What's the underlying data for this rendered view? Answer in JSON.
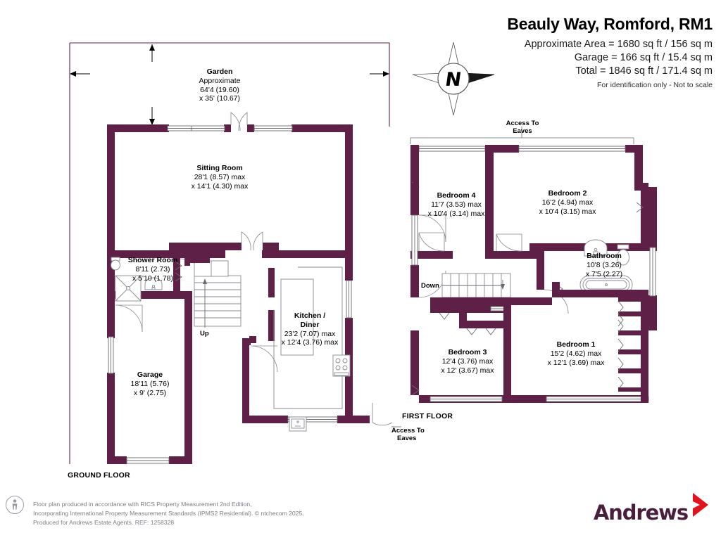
{
  "header": {
    "title": "Beauly Way, Romford, RM1",
    "area_lines": [
      "Approximate Area = 1680 sq ft / 156 sq m",
      "Garage = 166 sq ft / 15.4 sq m",
      "Total = 1846 sq ft / 171.4 sq m"
    ],
    "note": "For identification only - Not to scale"
  },
  "colors": {
    "wall": "#5e2047",
    "wall_dark": "#4d1a3a",
    "fixture_line": "#6b6b72",
    "logo_text": "#4a1f3d",
    "logo_chevron": "#e3131b",
    "footer_text": "#7d7d85"
  },
  "compass": {
    "label": "N"
  },
  "ground_floor": {
    "floor_label": "GROUND FLOOR",
    "rooms": [
      {
        "name": "Garden",
        "lines": [
          "Approximate",
          "64'4 (19.60)",
          "x 35' (10.67)"
        ]
      },
      {
        "name": "Sitting Room",
        "lines": [
          "28'1 (8.57) max",
          "x 14'1 (4.30) max"
        ]
      },
      {
        "name": "Shower Room",
        "lines": [
          "8'11 (2.73)",
          "x 5'10 (1.78)"
        ]
      },
      {
        "name": "Kitchen /",
        "name2": "Diner",
        "lines": [
          "23'2 (7.07) max",
          "x 12'4 (3.76) max"
        ]
      },
      {
        "name": "Garage",
        "lines": [
          "18'11 (5.76)",
          "x 9' (2.75)"
        ]
      }
    ],
    "stairs_label": "Up",
    "eaves_label_line1": "Access To",
    "eaves_label_line2": "Eaves"
  },
  "first_floor": {
    "floor_label": "FIRST FLOOR",
    "eaves_top_line1": "Access To",
    "eaves_top_line2": "Eaves",
    "stairs_label": "Down",
    "rooms": [
      {
        "name": "Bedroom 4",
        "lines": [
          "11'7 (3.53) max",
          "x 10'4 (3.14) max"
        ]
      },
      {
        "name": "Bedroom 2",
        "lines": [
          "16'2 (4.94) max",
          "x 10'4 (3.15) max"
        ]
      },
      {
        "name": "Bathroom",
        "lines": [
          "10'8 (3.26)",
          "x 7'5 (2.27)"
        ]
      },
      {
        "name": "Bedroom 3",
        "lines": [
          "12'4 (3.76) max",
          "x 12' (3.67) max"
        ]
      },
      {
        "name": "Bedroom 1",
        "lines": [
          "15'2 (4.62) max",
          "x 12'1 (3.69) max"
        ]
      }
    ]
  },
  "footer": {
    "line1": "Floor plan produced in accordance with RICS Property Measurement 2nd Edition,",
    "line2": "Incorporating International Property Measurement Standards (IPMS2 Residential).   © ntchecom 2025.",
    "line3": "Produced for Andrews Estate Agents.   REF: 1258328"
  },
  "logo": {
    "text": "Andrews"
  }
}
